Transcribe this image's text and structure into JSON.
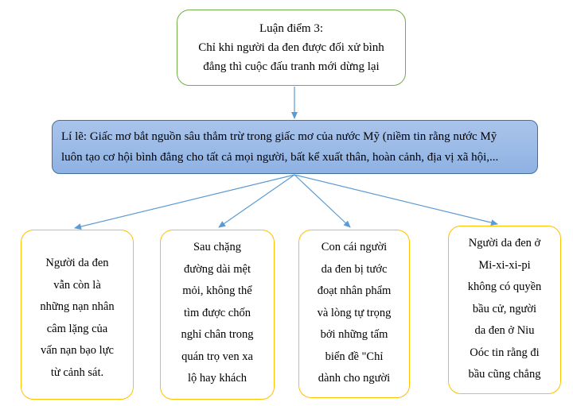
{
  "diagram": {
    "top_box": {
      "text": "Luận điểm 3:\nChỉ khi người da đen được đối xử bình\nđẳng thì cuộc đấu tranh mới dừng lại"
    },
    "middle_box": {
      "text": "Lí lẽ: Giấc mơ bắt nguồn sâu thẳm trừ trong giấc mơ của nước Mỹ (niềm tin rằng nước Mỹ\nluôn tạo cơ hội bình đẳng cho tất cả mọi người, bất kể xuất thân, hoàn cảnh, địa vị xã hội,..."
    },
    "evidence_boxes": [
      {
        "text": "Người da đen\nvẫn còn là\nnhững nạn nhân\ncâm lặng của\nvấn nạn bạo lực\ntừ cảnh sát."
      },
      {
        "text": "Sau chặng\nđường dài mệt\nmỏi, không thể\ntìm được chốn\nnghỉ chân trong\nquán trọ ven xa\nlộ hay khách"
      },
      {
        "text": "Con cái người\nda đen bị tước\nđoạt nhân phẩm\nvà lòng tự trọng\nbởi những tấm\nbiển đề \"Chỉ\ndành cho người"
      },
      {
        "text": "Người da đen ở\nMi-xi-xi-pi\nkhông có quyền\nbầu cử, người\nda đen ở Niu\nOóc tin rằng đi\nbầu cũng chẳng"
      }
    ],
    "colors": {
      "top_border": "#70ad47",
      "middle_fill": "#a9c4eb",
      "middle_border": "#41719c",
      "evidence_border": "#ffc000",
      "arrow": "#5b9bd5"
    }
  }
}
